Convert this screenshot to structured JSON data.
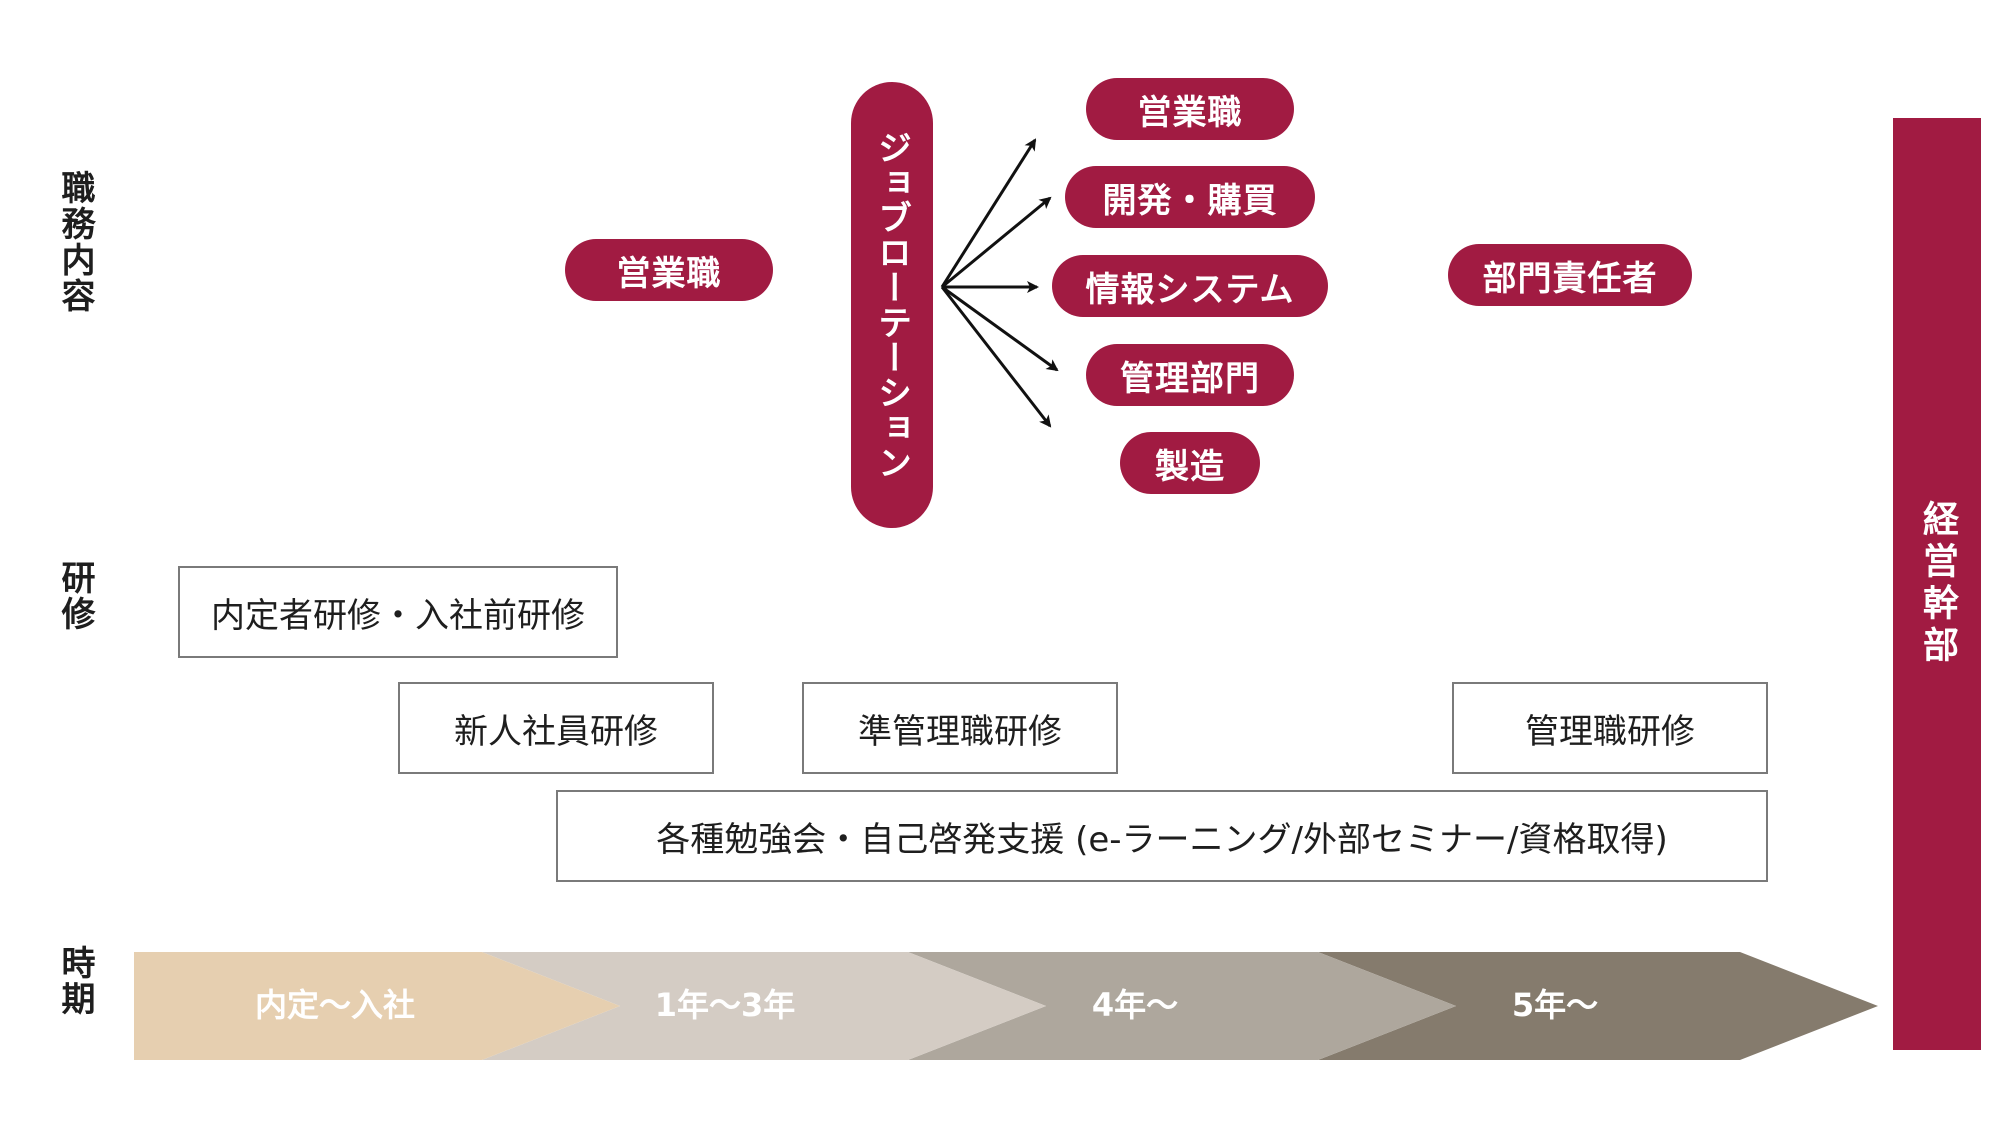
{
  "sections": {
    "job_label": "職務内容",
    "training_label": "研修",
    "period_label": "時期"
  },
  "job": {
    "initial": "営業職",
    "rotation": "ジョブローテーション",
    "options": [
      "営業職",
      "開発・購買",
      "情報システム",
      "管理部門",
      "製造"
    ],
    "manager": "部門責任者",
    "executive": "経営幹部"
  },
  "training": {
    "pre_entry": "内定者研修・入社前研修",
    "new_hire": "新人社員研修",
    "pre_management": "準管理職研修",
    "management": "管理職研修",
    "self_dev": "各種勉強会・自己啓発支援 (e-ラーニング/外部セミナー/資格取得)"
  },
  "timeline": {
    "phases": [
      "内定～入社",
      "1年～3年",
      "4年～",
      "5年～"
    ],
    "colors": [
      "#e6cfb0",
      "#d4ccc4",
      "#aea79d",
      "#857b6d"
    ]
  },
  "colors": {
    "accent": "#a11b42"
  }
}
